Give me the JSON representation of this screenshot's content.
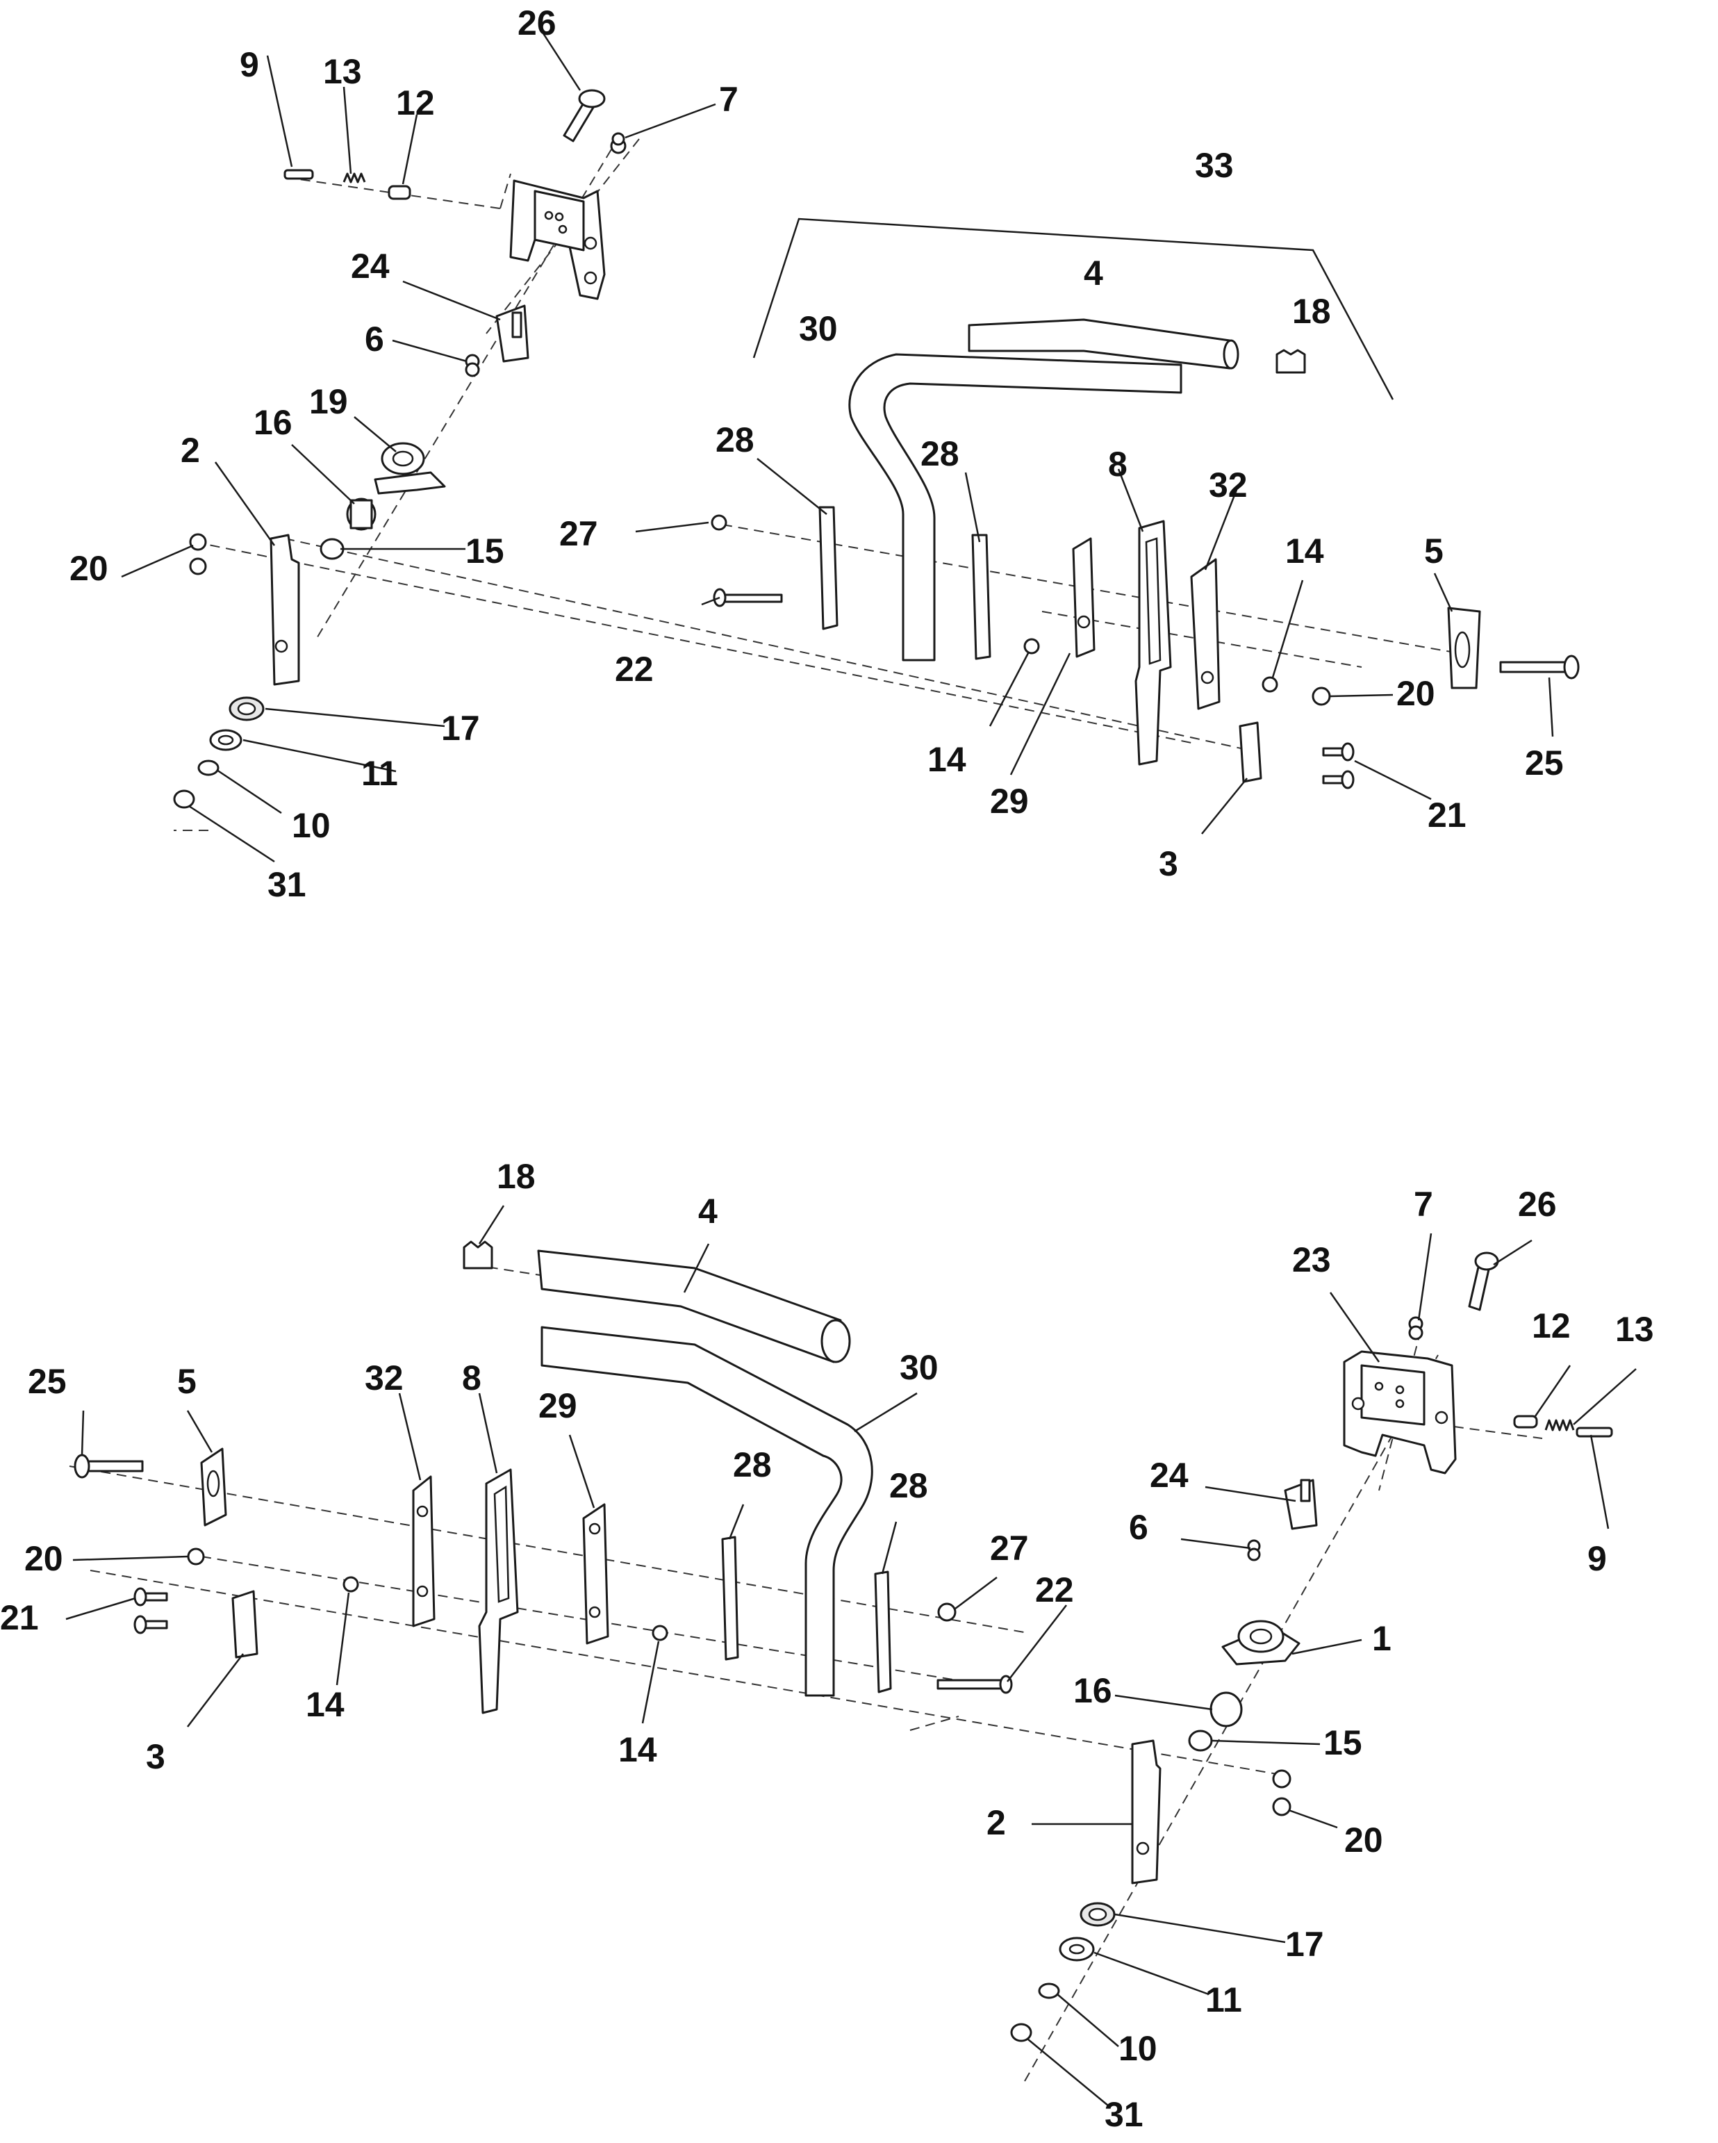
{
  "upper_assembly": {
    "callouts": [
      {
        "id": "u-9",
        "label": "9"
      },
      {
        "id": "u-13",
        "label": "13"
      },
      {
        "id": "u-12",
        "label": "12"
      },
      {
        "id": "u-26",
        "label": "26"
      },
      {
        "id": "u-7",
        "label": "7"
      },
      {
        "id": "u-33",
        "label": "33"
      },
      {
        "id": "u-4",
        "label": "4"
      },
      {
        "id": "u-18",
        "label": "18"
      },
      {
        "id": "u-24",
        "label": "24"
      },
      {
        "id": "u-30",
        "label": "30"
      },
      {
        "id": "u-6",
        "label": "6"
      },
      {
        "id": "u-19",
        "label": "19"
      },
      {
        "id": "u-16",
        "label": "16"
      },
      {
        "id": "u-2",
        "label": "2"
      },
      {
        "id": "u-28a",
        "label": "28"
      },
      {
        "id": "u-28b",
        "label": "28"
      },
      {
        "id": "u-8",
        "label": "8"
      },
      {
        "id": "u-32",
        "label": "32"
      },
      {
        "id": "u-27",
        "label": "27"
      },
      {
        "id": "u-15",
        "label": "15"
      },
      {
        "id": "u-20a",
        "label": "20"
      },
      {
        "id": "u-14a",
        "label": "14"
      },
      {
        "id": "u-5",
        "label": "5"
      },
      {
        "id": "u-20b",
        "label": "20"
      },
      {
        "id": "u-22",
        "label": "22"
      },
      {
        "id": "u-17",
        "label": "17"
      },
      {
        "id": "u-14b",
        "label": "14"
      },
      {
        "id": "u-25",
        "label": "25"
      },
      {
        "id": "u-11",
        "label": "11"
      },
      {
        "id": "u-29",
        "label": "29"
      },
      {
        "id": "u-21",
        "label": "21"
      },
      {
        "id": "u-10",
        "label": "10"
      },
      {
        "id": "u-3",
        "label": "3"
      },
      {
        "id": "u-31",
        "label": "31"
      }
    ]
  },
  "lower_assembly": {
    "callouts": [
      {
        "id": "l-18",
        "label": "18"
      },
      {
        "id": "l-4",
        "label": "4"
      },
      {
        "id": "l-26",
        "label": "26"
      },
      {
        "id": "l-7",
        "label": "7"
      },
      {
        "id": "l-23",
        "label": "23"
      },
      {
        "id": "l-30",
        "label": "30"
      },
      {
        "id": "l-12",
        "label": "12"
      },
      {
        "id": "l-13",
        "label": "13"
      },
      {
        "id": "l-25",
        "label": "25"
      },
      {
        "id": "l-5",
        "label": "5"
      },
      {
        "id": "l-32",
        "label": "32"
      },
      {
        "id": "l-8",
        "label": "8"
      },
      {
        "id": "l-29",
        "label": "29"
      },
      {
        "id": "l-28a",
        "label": "28"
      },
      {
        "id": "l-28b",
        "label": "28"
      },
      {
        "id": "l-24",
        "label": "24"
      },
      {
        "id": "l-27",
        "label": "27"
      },
      {
        "id": "l-6",
        "label": "6"
      },
      {
        "id": "l-9",
        "label": "9"
      },
      {
        "id": "l-20a",
        "label": "20"
      },
      {
        "id": "l-21",
        "label": "21"
      },
      {
        "id": "l-22",
        "label": "22"
      },
      {
        "id": "l-1",
        "label": "1"
      },
      {
        "id": "l-14a",
        "label": "14"
      },
      {
        "id": "l-14b",
        "label": "14"
      },
      {
        "id": "l-3",
        "label": "3"
      },
      {
        "id": "l-16",
        "label": "16"
      },
      {
        "id": "l-15",
        "label": "15"
      },
      {
        "id": "l-2",
        "label": "2"
      },
      {
        "id": "l-20b",
        "label": "20"
      },
      {
        "id": "l-17",
        "label": "17"
      },
      {
        "id": "l-11",
        "label": "11"
      },
      {
        "id": "l-10",
        "label": "10"
      },
      {
        "id": "l-31",
        "label": "31"
      }
    ]
  }
}
